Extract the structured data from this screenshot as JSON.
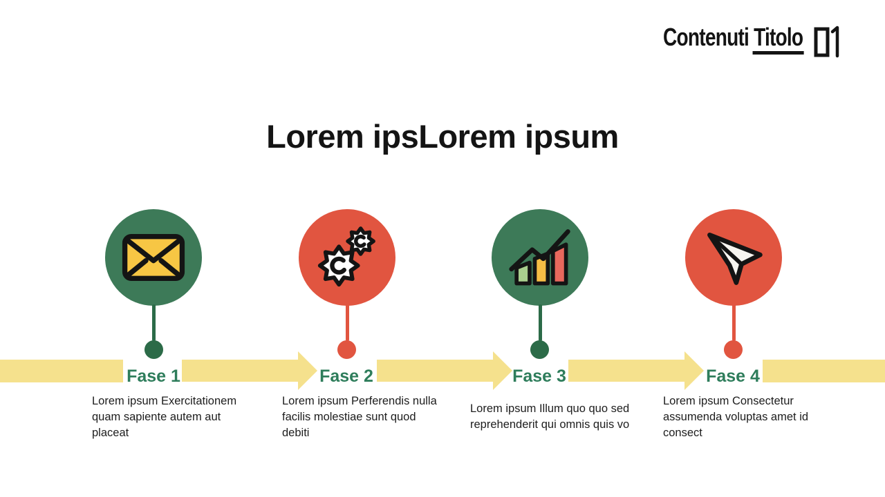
{
  "header": {
    "title_word1": "Contenuti",
    "title_word2": "Titolo",
    "page_number": "01"
  },
  "slide_title": "Lorem ipsLorem ipsum",
  "colors": {
    "green_circle": "#3D7A58",
    "dark_green_dot": "#2C6B48",
    "red_circle": "#E15540",
    "timeline_yellow": "#F5E18D",
    "phase_label_green": "#2E7D5B",
    "envelope_yellow": "#F7C644",
    "text_black": "#141414"
  },
  "phases": [
    {
      "label": "Fase 1",
      "icon": "envelope-icon",
      "circle_color": "#3D7A58",
      "dot_color": "#2C6B48",
      "description_lines": [
        "Lorem ipsum Exercitationem",
        "quam sapiente autem aut",
        "placeat"
      ]
    },
    {
      "label": "Fase 2",
      "icon": "gears-icon",
      "circle_color": "#E15540",
      "dot_color": "#E15540",
      "description_lines": [
        "Lorem ipsum Perferendis nulla",
        "facilis molestiae sunt quod",
        "debiti"
      ]
    },
    {
      "label": "Fase 3",
      "icon": "bar-chart-icon",
      "circle_color": "#3D7A58",
      "dot_color": "#2C6B48",
      "description_lines": [
        "Lorem ipsum Illum quo quo sed",
        "reprehenderit qui omnis quis vo"
      ]
    },
    {
      "label": "Fase 4",
      "icon": "paper-plane-icon",
      "circle_color": "#E15540",
      "dot_color": "#E15540",
      "description_lines": [
        "Lorem ipsum Consectetur",
        "assumenda voluptas amet id",
        "consect"
      ]
    }
  ]
}
